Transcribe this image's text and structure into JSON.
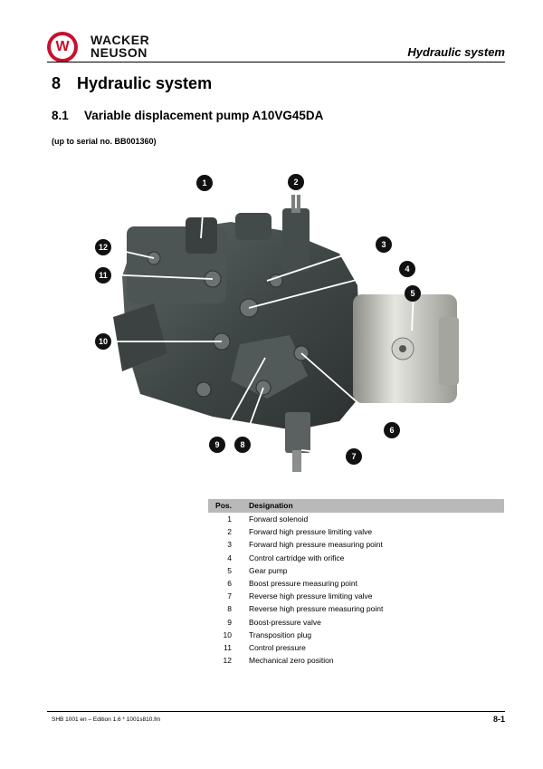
{
  "header": {
    "brand_line1": "WACKER",
    "brand_line2": "NEUSON",
    "logo_letter": "W",
    "section_title": "Hydraulic system"
  },
  "chapter": {
    "number": "8",
    "title": "Hydraulic system"
  },
  "section": {
    "number": "8.1",
    "title": "Variable displacement pump A10VG45DA"
  },
  "note": "(up to serial no. BB001360)",
  "callouts": [
    "1",
    "2",
    "3",
    "4",
    "5",
    "6",
    "7",
    "8",
    "9",
    "10",
    "11",
    "12"
  ],
  "table": {
    "headers": [
      "Pos.",
      "Designation"
    ],
    "rows": [
      {
        "pos": "1",
        "designation": "Forward solenoid"
      },
      {
        "pos": "2",
        "designation": "Forward high pressure limiting valve"
      },
      {
        "pos": "3",
        "designation": "Forward high pressure measuring point"
      },
      {
        "pos": "4",
        "designation": "Control cartridge with orifice"
      },
      {
        "pos": "5",
        "designation": "Gear pump"
      },
      {
        "pos": "6",
        "designation": "Boost pressure measuring point"
      },
      {
        "pos": "7",
        "designation": "Reverse high pressure limiting valve"
      },
      {
        "pos": "8",
        "designation": "Reverse high pressure measuring point"
      },
      {
        "pos": "9",
        "designation": "Boost-pressure valve"
      },
      {
        "pos": "10",
        "designation": "Transposition plug"
      },
      {
        "pos": "11",
        "designation": "Control pressure"
      },
      {
        "pos": "12",
        "designation": "Mechanical zero position"
      }
    ]
  },
  "footer": {
    "left": "SHB 1001 en – Edition 1.6 * 1001s810.fm",
    "page": "8-1"
  }
}
